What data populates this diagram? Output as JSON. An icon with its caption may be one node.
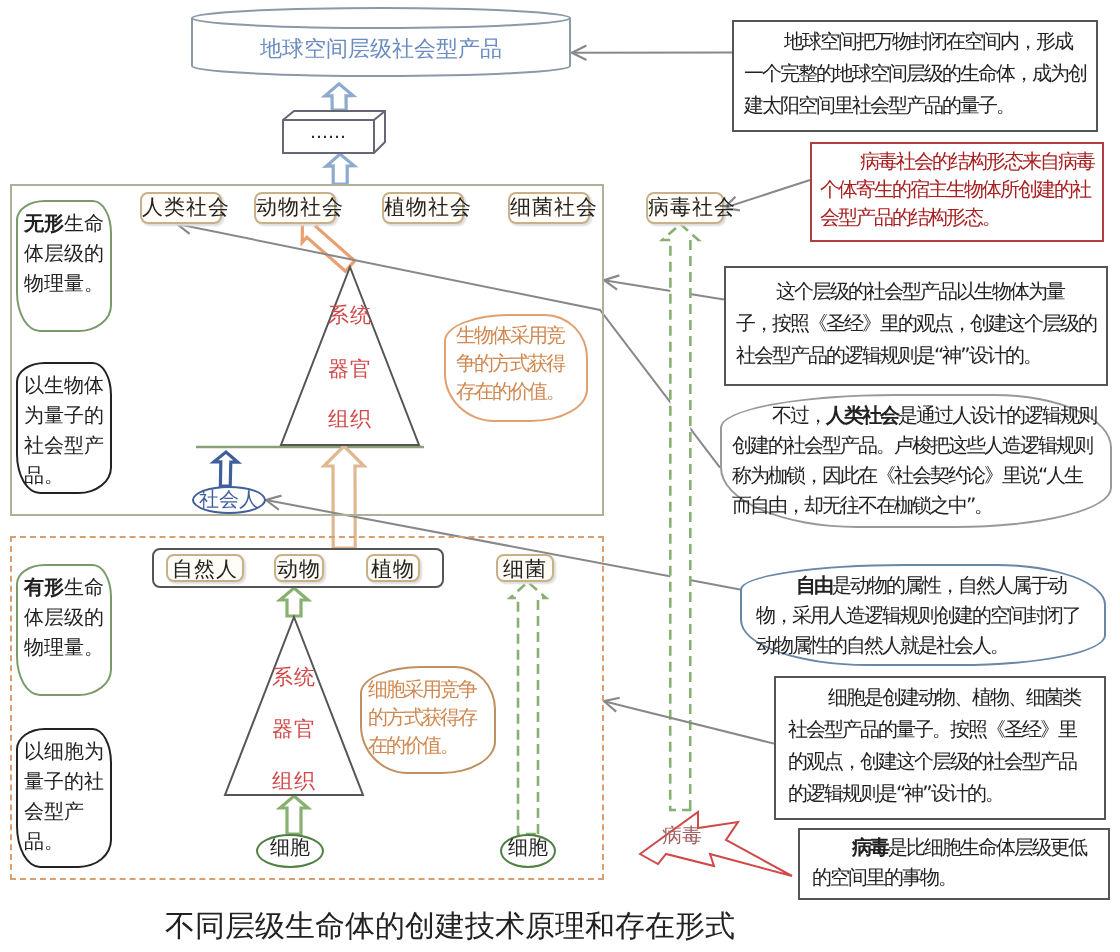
{
  "diagram": {
    "caption": "不同层级生命体的创建技术原理和存在形式",
    "nodes": [
      {
        "text": [
          "地球空间层级社会型产品"
        ]
      },
      {
        "text": [
          "地球空间把万物封闭在空间内，形成一个完整的地球空间层级的生命体，成为创建太阳空间里社会型产品的量子。"
        ]
      },
      {
        "text": [
          "……"
        ]
      },
      {
        "text": [],
        "shape": "box"
      },
      {
        "text": [
          "**无形**生命体层级的物理量。"
        ],
        "in": 3
      },
      {
        "text": [
          "人类社会"
        ],
        "in": 3
      },
      {
        "text": [
          "动物社会"
        ],
        "in": 3
      },
      {
        "text": [
          "植物社会"
        ],
        "in": 3
      },
      {
        "text": [
          "细菌社会"
        ],
        "in": 3
      },
      {
        "text": [
          "病毒社会"
        ]
      },
      {
        "text": [
          "病毒社会的结构形态来自病毒个体寄生的宿主生物体所创建的社会型产品的结构形态。"
        ]
      },
      {
        "text": [
          "系统",
          "器官",
          "组织"
        ],
        "in": 3
      },
      {
        "text": [
          "生物体采用竞争的方式获得存在的价值。"
        ],
        "in": 3
      },
      {
        "text": [
          "以生物体为量子的社会型产品。"
        ],
        "in": 3
      },
      {
        "text": [
          "这个层级的社会型产品以生物体为量子，按照《圣经》里的观点，创建这个层级的社会型产品的逻辑规则是“神”设计的。"
        ]
      },
      {
        "text": [
          "社会人"
        ],
        "in": 3
      },
      {
        "text": [
          "不过，**人类社会**是通过人设计的逻辑规则创建的社会型产品。卢梭把这些人造逻辑规则称为枷锁，因此在《社会契约论》里说“人生而自由，却无往不在枷锁之中”。"
        ]
      },
      {
        "text": [
          "**自由**是动物的属性，自然人属于动物，采用人造逻辑规则创建的空间封闭了动物属性的自然人就是社会人。"
        ]
      },
      {
        "text": [],
        "shape": "box"
      },
      {
        "text": [],
        "shape": "box",
        "in": 18
      },
      {
        "text": [
          "自然人"
        ],
        "in": 19
      },
      {
        "text": [
          "动物"
        ],
        "in": 19
      },
      {
        "text": [
          "植物"
        ],
        "in": 19
      },
      {
        "text": [
          "细菌"
        ],
        "in": 18
      },
      {
        "text": [
          "**有形**生命体层级的物理量。"
        ],
        "in": 18
      },
      {
        "text": [
          "系统",
          "器官",
          "组织"
        ],
        "in": 18
      },
      {
        "text": [
          "细胞采用竞争的方式获得存在的价值。"
        ],
        "in": 18
      },
      {
        "text": [
          "以细胞为量子的社会型产品。"
        ],
        "in": 18
      },
      {
        "text": [
          "细胞"
        ],
        "in": 18
      },
      {
        "text": [
          "细胞"
        ],
        "in": 18
      },
      {
        "text": [
          "细胞是创建动物、植物、细菌类社会型产品的量子。按照《圣经》里的观点，创建这个层级的社会型产品的逻辑规则是“神”设计的。"
        ]
      },
      {
        "text": [
          "病毒"
        ]
      },
      {
        "text": [
          "**病毒**是比细胞生命体层级更低的空间里的事物。"
        ]
      }
    ],
    "edges": [
      {
        "from": 1,
        "to": 0,
        "arrow": "to"
      },
      {
        "from": 2,
        "to": 0,
        "arrow": "to",
        "style": "thick",
        "color": "#8eaacc"
      },
      {
        "from": 3,
        "to": 2,
        "arrow": "to",
        "style": "thick",
        "color": "#8eaacc"
      },
      {
        "from": 10,
        "to": 9,
        "arrow": "to"
      },
      {
        "from": 11,
        "to": 6,
        "arrow": "to",
        "style": "thick",
        "color": "#e8a070"
      },
      {
        "from": 14,
        "to": 3,
        "arrow": "to"
      },
      {
        "from": 16,
        "to": 5,
        "arrow": "to"
      },
      {
        "from": 15,
        "to": null,
        "arrow": "to",
        "style": "thick",
        "color": "#3f5f9a"
      },
      {
        "from": 19,
        "to": 11,
        "arrow": "to",
        "style": "thick",
        "color": "#e0b890"
      },
      {
        "from": 17,
        "to": 15,
        "arrow": "to"
      },
      {
        "from": 31,
        "to": 9,
        "arrow": "to",
        "style": "dashed",
        "color": "#88b070"
      },
      {
        "from": 25,
        "to": 19,
        "arrow": "to",
        "style": "thick",
        "color": "#88b070"
      },
      {
        "from": 28,
        "to": 25,
        "arrow": "to",
        "style": "thick",
        "color": "#88b070"
      },
      {
        "from": 29,
        "to": 23,
        "arrow": "to",
        "style": "dashed",
        "color": "#88b070"
      },
      {
        "from": 30,
        "to": 18,
        "arrow": "to"
      }
    ]
  }
}
